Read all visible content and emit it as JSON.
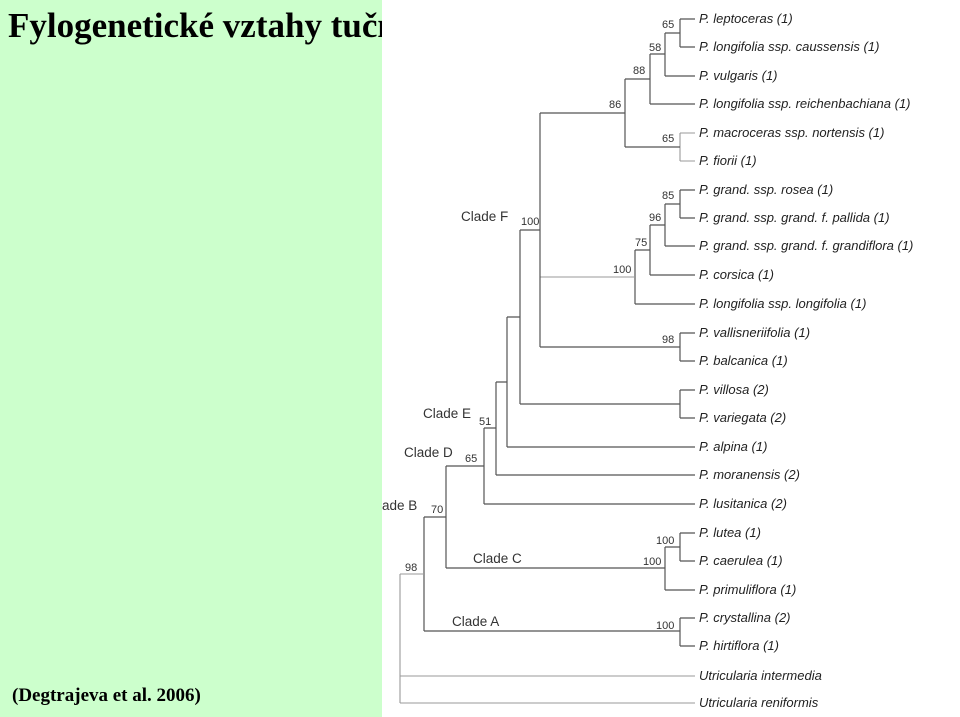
{
  "title": "Fylogenetické vztahy tučnic",
  "citation": "(Degtrajeva et al. 2006)",
  "tree": {
    "taxa": [
      "P. leptoceras (1)",
      "P. longifolia ssp. caussensis (1)",
      "P. vulgaris (1)",
      "P. longifolia ssp. reichenbachiana (1)",
      "P. macroceras ssp. nortensis (1)",
      "P. fiorii (1)",
      "P. grand. ssp. rosea (1)",
      "P. grand. ssp. grand. f. pallida (1)",
      "P. grand. ssp. grand. f. grandiflora (1)",
      "P. corsica (1)",
      "P. longifolia ssp. longifolia (1)",
      "P. vallisneriifolia (1)",
      "P. balcanica (1)",
      "P. villosa (2)",
      "P. variegata (2)",
      "P. alpina (1)",
      "P. moranensis (2)",
      "P. lusitanica (2)",
      "P. lutea (1)",
      "P. caerulea (1)",
      "P. primuliflora (1)",
      "P. crystallina (2)",
      "P. hirtiflora (1)",
      "Utricularia intermedia",
      "Utricularia reniformis"
    ],
    "support": [
      "65",
      "58",
      "88",
      "86",
      "65",
      "85",
      "96",
      "75",
      "100",
      "98",
      "100",
      "51",
      "65",
      "70",
      "98",
      "100",
      "100",
      "100"
    ],
    "clades": [
      "Clade F",
      "Clade E",
      "Clade D",
      "ade B",
      "Clade C",
      "Clade A"
    ]
  }
}
